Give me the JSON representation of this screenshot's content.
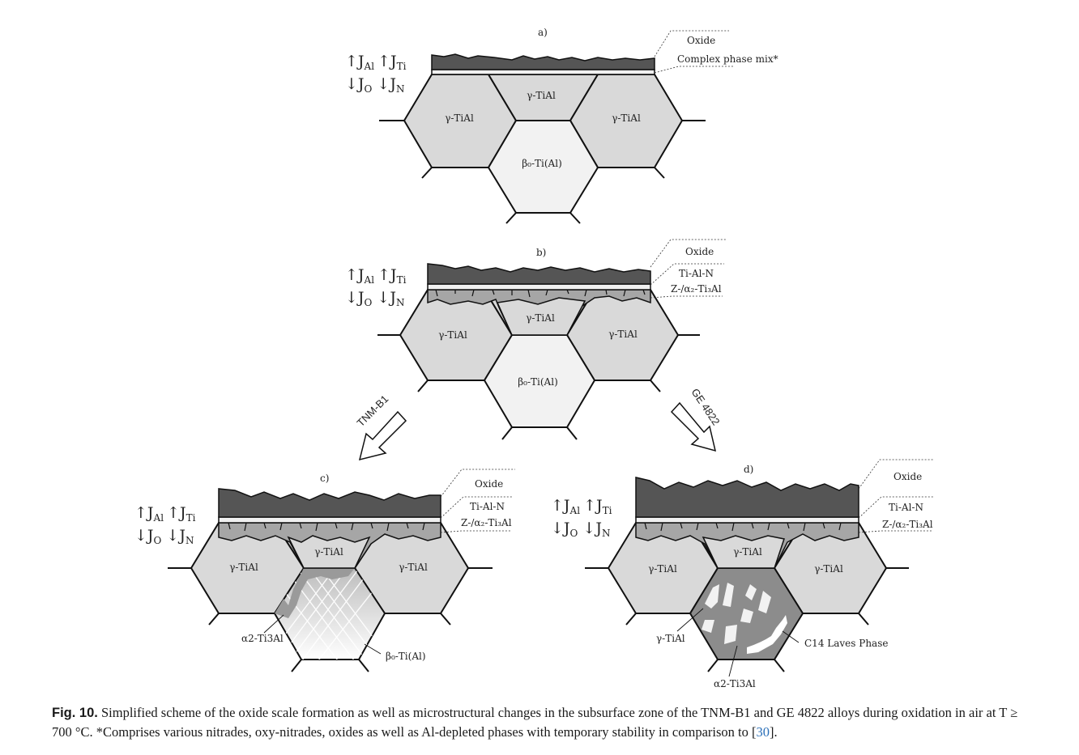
{
  "panels": {
    "a": {
      "label": "a)",
      "layers": [
        "Oxide",
        "Complex phase mix*"
      ],
      "grains": {
        "left": "γ-TiAl",
        "top": "γ-TiAl",
        "right": "γ-TiAl",
        "bottom": "β₀-Ti(Al)"
      }
    },
    "b": {
      "label": "b)",
      "layers": [
        "Oxide",
        "Ti-Al-N",
        "Z-/α₂-Ti₃Al"
      ],
      "grains": {
        "left": "γ-TiAl",
        "top": "γ-TiAl",
        "right": "γ-TiAl",
        "bottom": "β₀-Ti(Al)"
      }
    },
    "c": {
      "label": "c)",
      "layers": [
        "Oxide",
        "Ti-Al-N",
        "Z-/α₂-Ti₃Al"
      ],
      "grains": {
        "left": "γ-TiAl",
        "top": "γ-TiAl",
        "right": "γ-TiAl"
      },
      "annotations": [
        "α2-Ti3Al",
        "β₀-Ti(Al)"
      ]
    },
    "d": {
      "label": "d)",
      "layers": [
        "Oxide",
        "Ti-Al-N",
        "Z-/α₂-Ti₃Al"
      ],
      "grains": {
        "left": "γ-TiAl",
        "top": "γ-TiAl",
        "right": "γ-TiAl"
      },
      "annotations": [
        "γ-TiAl",
        "C14 Laves Phase",
        "α2-Ti3Al"
      ]
    }
  },
  "flux": {
    "al": "Al",
    "ti": "Ti",
    "o": "O",
    "n": "N",
    "j": "J"
  },
  "arrows": {
    "left": "TNM-B1",
    "right": "GE 4822"
  },
  "caption": {
    "fig": "Fig. 10.",
    "text": "Simplified scheme of the oxide scale formation as well as microstructural changes in the subsurface zone of the TNM-B1 and GE 4822 alloys during oxidation in air at T ≥ 700 °C. *Comprises various nitrades, oxy-nitrades, oxides as well as Al-depleted phases with temporary stability in comparison to [",
    "ref": "30",
    "end": "]."
  },
  "colors": {
    "oxide": "#555555",
    "gamma": "#d9d9d9",
    "beta": "#f2f2f2",
    "depleted": "#a6a6a6",
    "alpha2": "#8c8c8c",
    "laves": "#ffffff"
  }
}
